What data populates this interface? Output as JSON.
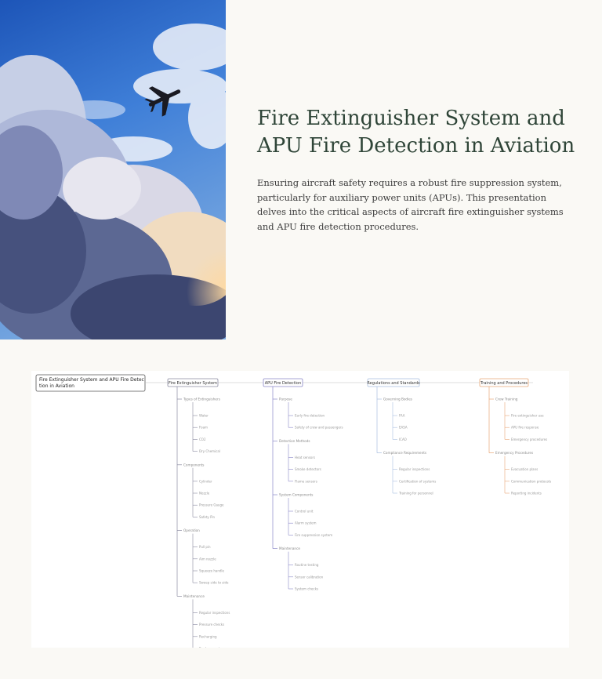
{
  "slide": {
    "title": "Fire Extinguisher System and APU Fire Detection in Aviation",
    "description": "Ensuring aircraft safety requires a robust fire suppression system, particularly for auxiliary power units (APUs). This presentation delves into the critical aspects of aircraft fire extinguisher systems and APU fire detection procedures.",
    "hero_image": "sky-clouds-airplane"
  },
  "mindmap": {
    "root": "Fire Extinguisher System and APU Fire Detection in Aviation",
    "branches": [
      {
        "label": "Fire Extinguisher System",
        "color": "#8a8aa0",
        "groups": [
          {
            "label": "Types of Extinguishers",
            "items": [
              "Water",
              "Foam",
              "CO2",
              "Dry Chemical"
            ]
          },
          {
            "label": "Components",
            "items": [
              "Cylinder",
              "Nozzle",
              "Pressure Gauge",
              "Safety Pin"
            ]
          },
          {
            "label": "Operation",
            "items": [
              "Pull pin",
              "Aim nozzle",
              "Squeeze handle",
              "Sweep side to side"
            ]
          },
          {
            "label": "Maintenance",
            "items": [
              "Regular inspections",
              "Pressure checks",
              "Recharging",
              "Replacement"
            ]
          }
        ]
      },
      {
        "label": "APU Fire Detection",
        "color": "#8b88c8",
        "groups": [
          {
            "label": "Purpose",
            "items": [
              "Early fire detection",
              "Safety of crew and passengers"
            ]
          },
          {
            "label": "Detection Methods",
            "items": [
              "Heat sensors",
              "Smoke detectors",
              "Flame sensors"
            ]
          },
          {
            "label": "System Components",
            "items": [
              "Control unit",
              "Alarm system",
              "Fire suppression system"
            ]
          },
          {
            "label": "Maintenance",
            "items": [
              "Routine testing",
              "Sensor calibration",
              "System checks"
            ]
          }
        ]
      },
      {
        "label": "Regulations and Standards",
        "color": "#a9bedf",
        "groups": [
          {
            "label": "Governing Bodies",
            "items": [
              "FAA",
              "EASA",
              "ICAO"
            ]
          },
          {
            "label": "Compliance Requirements",
            "items": [
              "Regular inspections",
              "Certification of systems",
              "Training for personnel"
            ]
          }
        ]
      },
      {
        "label": "Training and Procedures",
        "color": "#e8a777",
        "groups": [
          {
            "label": "Crew Training",
            "items": [
              "Fire extinguisher use",
              "APU fire response",
              "Emergency procedures"
            ]
          },
          {
            "label": "Emergency Procedures",
            "items": [
              "Evacuation plans",
              "Communication protocols",
              "Reporting incidents"
            ]
          }
        ]
      }
    ]
  }
}
